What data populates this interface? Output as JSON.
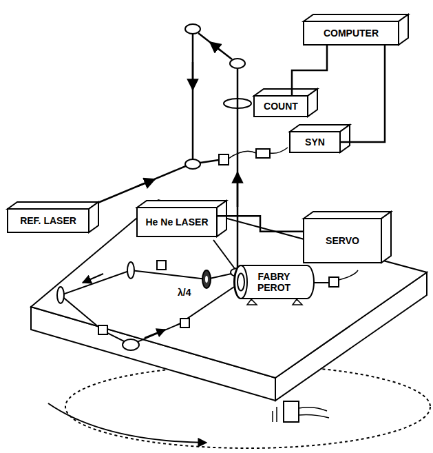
{
  "diagram": {
    "nodes": [
      {
        "text": [
          "COMPUTER"
        ]
      },
      {
        "text": [
          "COUNT"
        ]
      },
      {
        "text": [
          "SYN"
        ]
      },
      {
        "text": [
          "REF. LASER"
        ]
      },
      {
        "text": [
          "He Ne LASER"
        ]
      },
      {
        "text": [
          "SERVO"
        ]
      },
      {
        "text": [
          "FABRY PEROT"
        ]
      }
    ],
    "edges": [
      {
        "from": 1,
        "to": 0,
        "arrow": "none"
      },
      {
        "from": 2,
        "to": 0,
        "arrow": "none"
      },
      {
        "from": 4,
        "to": 5,
        "arrow": "none"
      }
    ],
    "labels": [
      "λ/4"
    ]
  }
}
